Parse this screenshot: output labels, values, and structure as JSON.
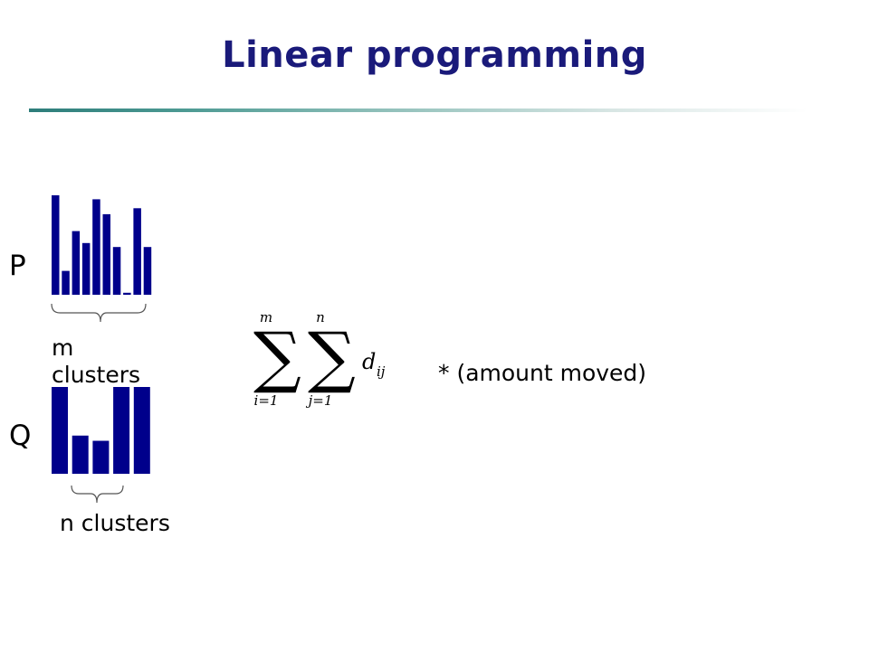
{
  "slide": {
    "title": "Linear programming",
    "title_color": "#1a1a7a"
  },
  "signatures": {
    "p": {
      "label": "P",
      "caption": "m clusters",
      "bar_color": "#00008b",
      "relative_heights": [
        1.0,
        0.24,
        0.64,
        0.52,
        0.96,
        0.81,
        0.48,
        0.02,
        0.87,
        0.48
      ]
    },
    "q": {
      "label": "Q",
      "caption": "n clusters",
      "bar_color": "#00008b",
      "relative_heights": [
        1.0,
        0.44,
        0.38,
        1.0,
        1.0
      ]
    }
  },
  "formula": {
    "upper_i": "m",
    "upper_j": "n",
    "lower_i": "i=1",
    "lower_j": "j=1",
    "term": "d",
    "term_sub": "ij",
    "suffix": "* (amount moved)"
  }
}
